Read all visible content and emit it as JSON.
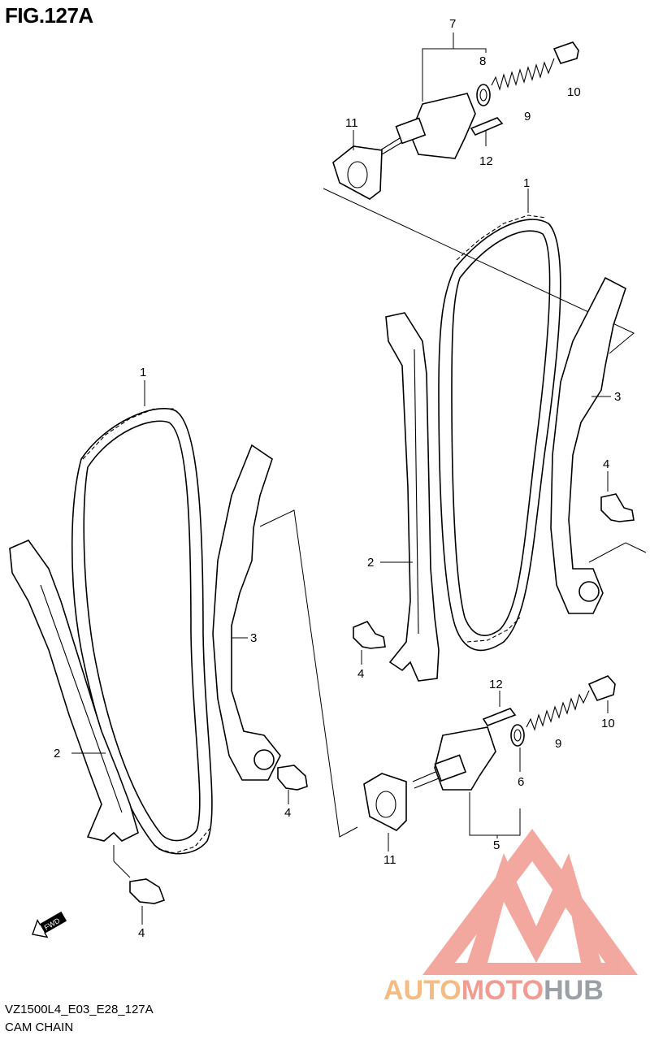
{
  "figure": {
    "title": "FIG.127A",
    "model_code": "VZ1500L4_E03_E28_127A",
    "section_name": "CAM CHAIN"
  },
  "callouts": {
    "tensioner_upper_assembly": "7",
    "gasket_washer_upper": "8",
    "spring_upper": "9",
    "cap_bolt_upper": "10",
    "gasket_upper": "11",
    "bolt_upper": "12",
    "chain_rear": "1",
    "guide_rear": "2",
    "guide_no2_rear": "3",
    "bolt_guide_rear": "4",
    "bolt_guide_rear_lower": "4",
    "chain_front": "1",
    "guide_front": "2",
    "guide_no2_front": "3",
    "bolt_guide_front_upper": "4",
    "bolt_guide_front_lower": "4",
    "bolt_lower": "12",
    "cap_bolt_lower": "10",
    "spring_lower": "9",
    "gasket_washer_lower": "6",
    "tensioner_lower_assembly": "5",
    "gasket_lower": "11"
  },
  "fwd_arrow": {
    "label": "FWD",
    "icon": "fwd-arrow-icon"
  },
  "watermark": {
    "word_part1": "AUTO",
    "word_part2": "MOTO",
    "word_part3": "HUB",
    "color_primary": "#f08a80",
    "color_secondary": "#f5b06a",
    "color_tertiary": "#8a8f97"
  }
}
